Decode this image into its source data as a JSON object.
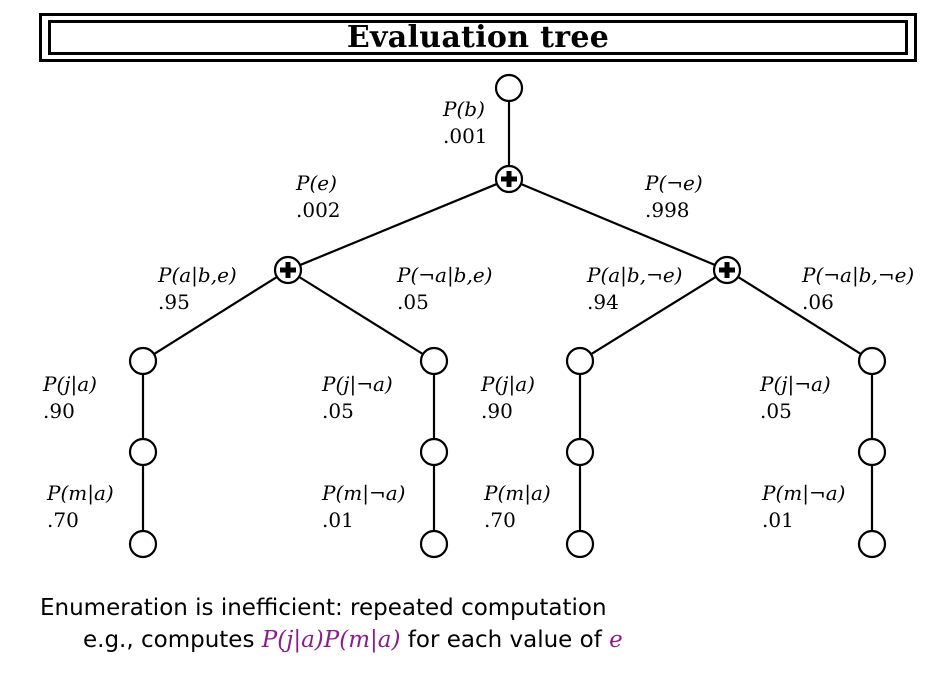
{
  "title": "Evaluation tree",
  "colors": {
    "math": "#8b1c8b",
    "line": "#000000"
  },
  "tree": {
    "root_edge": {
      "label": "P(b)",
      "value": ".001"
    },
    "edges": [
      {
        "label": "P(e)",
        "value": ".002"
      },
      {
        "label": "P(¬e)",
        "value": ".998"
      },
      {
        "label": "P(a|b,e)",
        "value": ".95"
      },
      {
        "label": "P(¬a|b,e)",
        "value": ".05"
      },
      {
        "label": "P(a|b,¬e)",
        "value": ".94"
      },
      {
        "label": "P(¬a|b,¬e)",
        "value": ".06"
      },
      {
        "label": "P(j|a)",
        "value": ".90"
      },
      {
        "label": "P(j|¬a)",
        "value": ".05"
      },
      {
        "label": "P(j|a)",
        "value": ".90"
      },
      {
        "label": "P(j|¬a)",
        "value": ".05"
      },
      {
        "label": "P(m|a)",
        "value": ".70"
      },
      {
        "label": "P(m|¬a)",
        "value": ".01"
      },
      {
        "label": "P(m|a)",
        "value": ".70"
      },
      {
        "label": "P(m|¬a)",
        "value": ".01"
      }
    ],
    "sum_symbol": "+"
  },
  "caption": {
    "line1": "Enumeration is inefficient: repeated computation",
    "line2_prefix": "e.g., computes ",
    "line2_math1": "P(j|a)P(m|a)",
    "line2_middle": " for each value of ",
    "line2_math2": "e"
  }
}
